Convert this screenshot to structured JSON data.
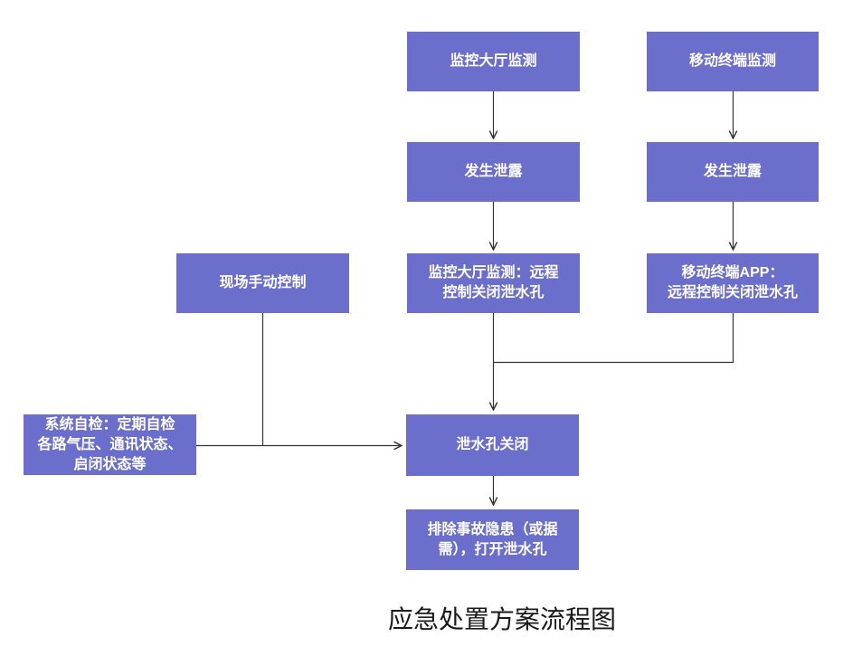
{
  "title": "应急处置方案流程图",
  "colors": {
    "node_fill": "#6b6ecb",
    "node_text": "#ffffff",
    "connector": "#333333",
    "background": "#ffffff",
    "title_text": "#1a1a1a"
  },
  "nodes": [
    {
      "id": "monitor-hall",
      "label": "监控大厅监测"
    },
    {
      "id": "mobile-terminal",
      "label": "移动终端监测"
    },
    {
      "id": "leak-hall",
      "label": "发生泄露"
    },
    {
      "id": "leak-mobile",
      "label": "发生泄露"
    },
    {
      "id": "manual-control",
      "label": "现场手动控制"
    },
    {
      "id": "hall-remote-close",
      "label": "监控大厅监测：远程\n控制关闭泄水孔"
    },
    {
      "id": "app-remote-close",
      "label": "移动终端APP：\n远程控制关闭泄水孔"
    },
    {
      "id": "self-check",
      "label": "系统自检：定期自检\n各路气压、通讯状态、\n启闭状态等"
    },
    {
      "id": "drain-closed",
      "label": "泄水孔关闭"
    },
    {
      "id": "resolve-reopen",
      "label": "排除事故隐患（或据\n需），打开泄水孔"
    }
  ]
}
